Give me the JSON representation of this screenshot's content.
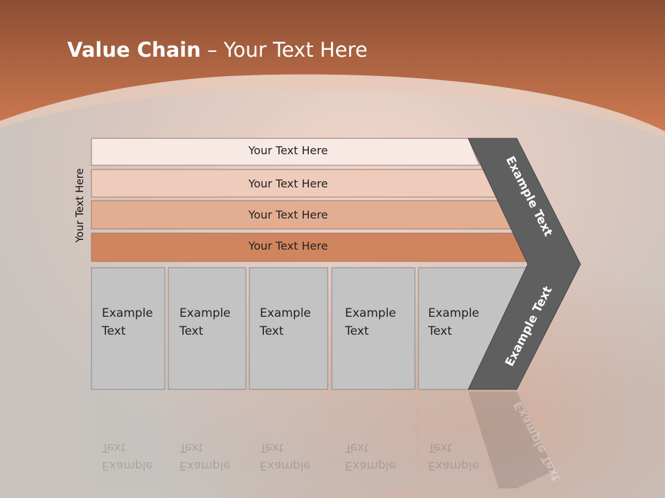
{
  "title": {
    "bold": "Value Chain",
    "rest": " – Your Text Here"
  },
  "side_label": "Your Text Here",
  "bars": [
    {
      "label": "Your Text Here",
      "color": "#f7e9e4"
    },
    {
      "label": "Your Text Here",
      "color": "#eecbbb"
    },
    {
      "label": "Your Text Here",
      "color": "#e3ad92"
    },
    {
      "label": "Your Text Here",
      "color": "#d0855f"
    }
  ],
  "boxes": [
    {
      "line1": "Example",
      "line2": "Text"
    },
    {
      "line1": "Example",
      "line2": "Text"
    },
    {
      "line1": "Example",
      "line2": "Text"
    },
    {
      "line1": "Example",
      "line2": "Text"
    },
    {
      "line1": "Example",
      "line2": "Text"
    }
  ],
  "chevron": {
    "top_label": "Example Text",
    "bottom_label": "Example Text",
    "color": "#5f5f5f"
  },
  "colors": {
    "header": "#c2714a",
    "box_fill": "#c3c3c3"
  }
}
